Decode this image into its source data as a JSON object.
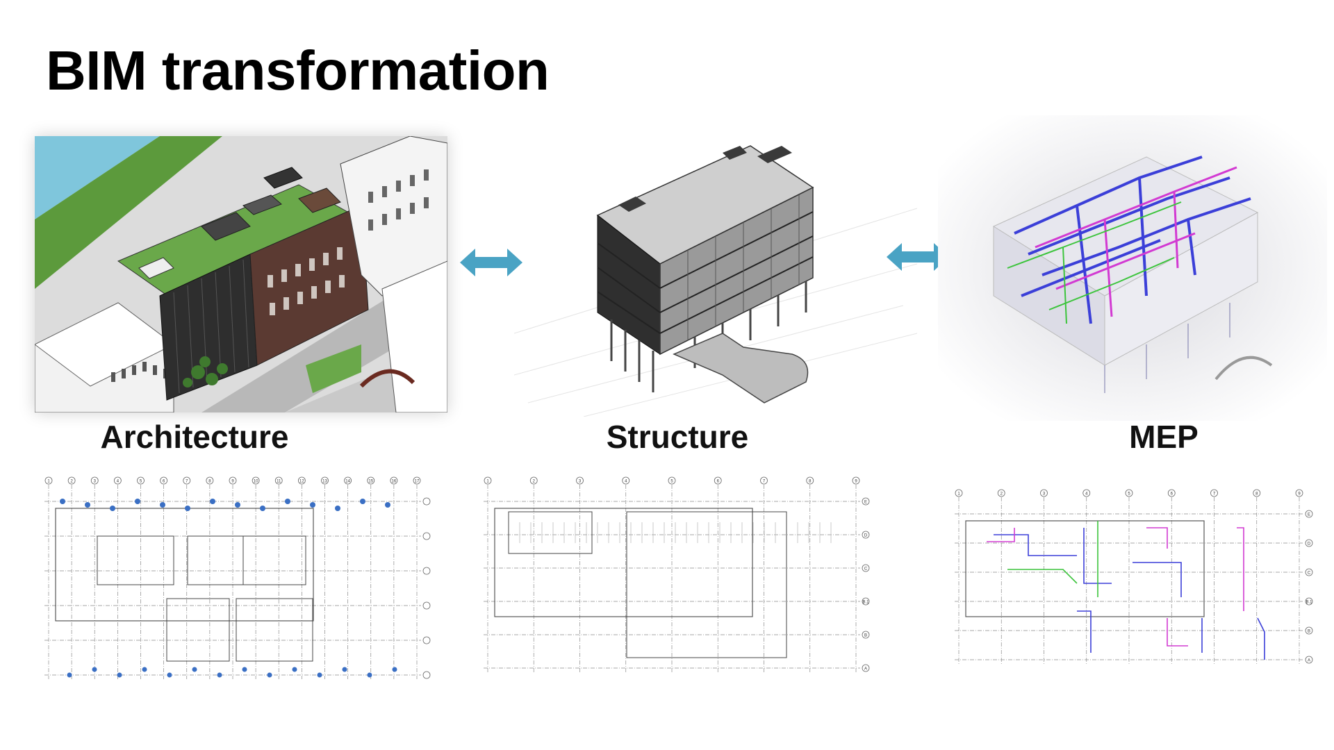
{
  "slide": {
    "title": "BIM transformation"
  },
  "disciplines": [
    {
      "label": "Architecture"
    },
    {
      "label": "Structure"
    },
    {
      "label": "MEP"
    }
  ],
  "colors": {
    "arrow": "#4aa3c4",
    "water": "#7fc6dc",
    "grass": "#5c9a3c",
    "plan_line": "#8a8a8a",
    "plan_tag": "#3a6fc4",
    "mep_blue": "#3b3fd8",
    "mep_magenta": "#d23ad2",
    "mep_green": "#3cc43c"
  },
  "plan_grid": {
    "arch_columns": [
      "1",
      "2",
      "3",
      "4",
      "5",
      "6",
      "7",
      "8",
      "9",
      "10",
      "11",
      "12",
      "13",
      "14",
      "15",
      "16",
      "17"
    ],
    "struct_columns": [
      "1",
      "2",
      "3",
      "4",
      "5",
      "6",
      "7",
      "8",
      "9"
    ],
    "struct_rows": [
      "E",
      "D",
      "C",
      "B.1",
      "B",
      "A"
    ],
    "mep_columns": [
      "1",
      "2",
      "3",
      "4",
      "5",
      "6",
      "7",
      "8",
      "9"
    ],
    "mep_rows": [
      "E",
      "D",
      "C",
      "B.1",
      "B",
      "A"
    ]
  }
}
